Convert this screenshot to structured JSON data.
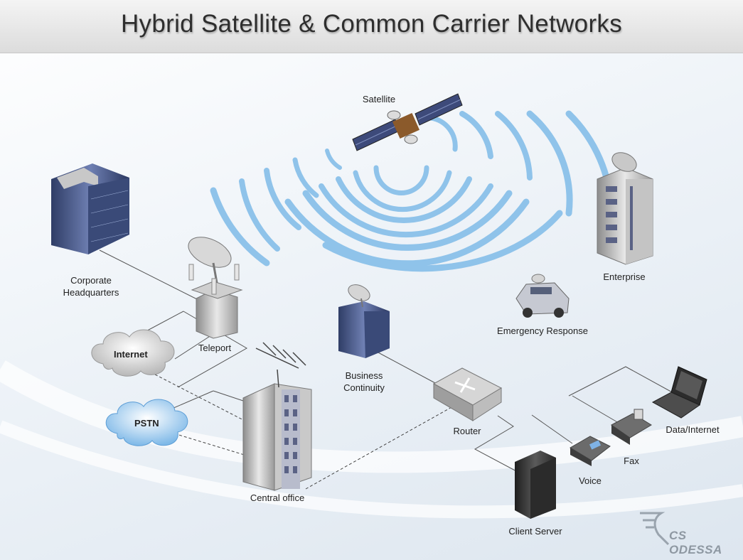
{
  "title": "Hybrid Satellite & Common Carrier Networks",
  "nodes": {
    "satellite": "Satellite",
    "corporate_hq": [
      "Corporate",
      "Headquarters"
    ],
    "teleport": "Teleport",
    "internet": "Internet",
    "pstn": "PSTN",
    "central_office": "Central office",
    "business_continuity": [
      "Business",
      "Continuity"
    ],
    "router": "Router",
    "enterprise": "Enterprise",
    "emergency_response": "Emergency Response",
    "client_server": "Client Server",
    "voice": "Voice",
    "fax": "Fax",
    "data_internet": "Data/Internet"
  },
  "logo": "CS ODESSA",
  "colors": {
    "signal": "#8fc3ea",
    "building": "#4a5c8c",
    "line": "#555555"
  }
}
